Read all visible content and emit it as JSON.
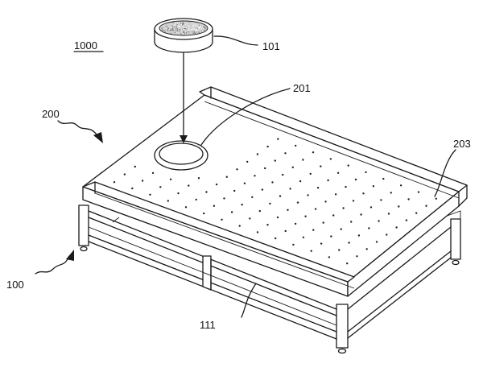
{
  "figure": {
    "title_ref": "1000",
    "labels": {
      "plate": "101",
      "hole": "201",
      "table": "200",
      "rail": "203",
      "frame": "100",
      "crossbar": "111"
    }
  },
  "colors": {
    "line": "#1a1a1a",
    "background": "#ffffff",
    "speckle": "#9a9a9a"
  }
}
